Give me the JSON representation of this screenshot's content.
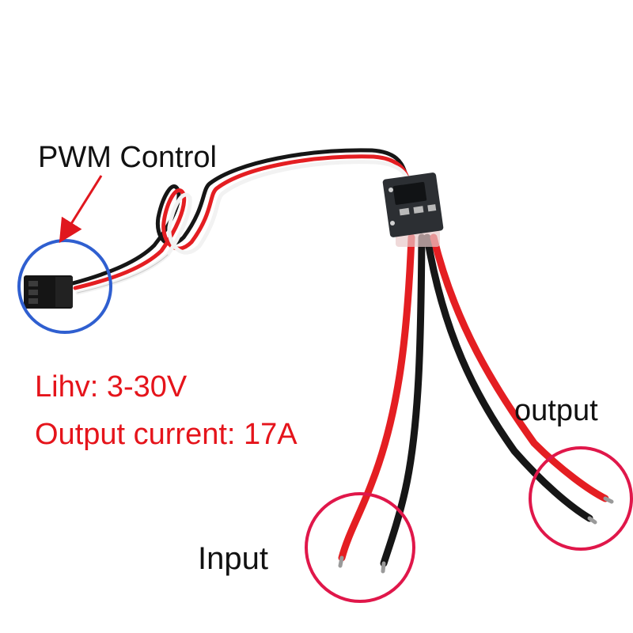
{
  "labels": {
    "pwm_control": "PWM  Control",
    "voltage_spec": "Lihv: 3-30V",
    "current_spec": "Output current: 17A",
    "output": "output",
    "input": "Input"
  },
  "colors": {
    "spec_text": "#e5141b",
    "label_text": "#111111",
    "highlight_blue": "#2f5fd0",
    "highlight_pink": "#e0174a",
    "arrow": "#e0171e",
    "wire_red": "#e41e22",
    "wire_black": "#161616",
    "wire_white": "#f2f2f2",
    "pcb": "#2c2f33"
  },
  "icons": {
    "pointer": "arrow-icon",
    "connector": "servo-connector-icon"
  }
}
